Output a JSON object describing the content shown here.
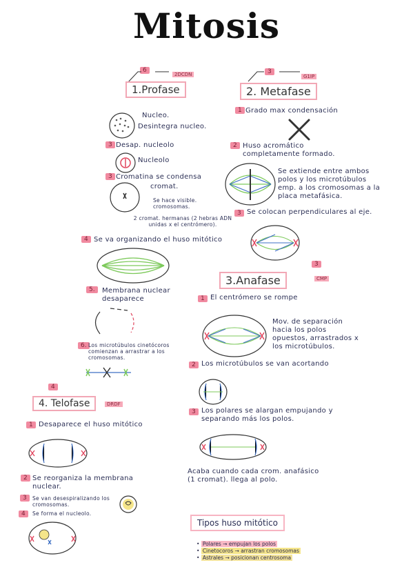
{
  "title": "Mitosis",
  "phases": {
    "profase": {
      "heading": "1.Profase",
      "number": "6",
      "tag": "2DCDN",
      "nucleo": "Nucleo.",
      "desintegra": "Desintegra nucleo.",
      "s3_num": "3",
      "s3": "Desap. nucleolo",
      "nucleolo": "Nucleolo",
      "s3b_num": "3",
      "s3b": "Cromatina se condensa",
      "cromat": "cromat.",
      "visible": "Se hace visible.",
      "cromosomas": "cromosomas.",
      "detalle": "2 cromat. hermanas (2 hebras ADN unidas x el centrómero).",
      "s4_num": "4",
      "s4": "Se va organizando el huso mitótico",
      "s5_num": "5.",
      "s5": "Membrana nuclear desaparece",
      "s6_num": "6.",
      "s6": "Los microtúbulos cinetócoros comienzan a arrastrar a los cromosomas."
    },
    "metafase": {
      "heading": "2. Metafase",
      "number": "3",
      "tag": "G1IP",
      "s1_num": "1",
      "s1": "Grado max condensación",
      "s2_num": "2",
      "s2": "Huso acromático completamente formado.",
      "extiende": "Se extiende entre ambos polos y los microtúbulos emp. a los cromosomas a la placa metafásica.",
      "s3_num": "3",
      "s3": "Se colocan perpendiculares al eje."
    },
    "anafase": {
      "heading": "3.Anafase",
      "number": "3",
      "tag": "CMP",
      "s1_num": "1",
      "s1": "El centrómero se rompe",
      "mov": "Mov. de separación hacia los polos opuestos, arrastrados x los microtúbulos.",
      "s2_num": "2",
      "s2": "Los microtúbulos se van acortando",
      "s3_num": "3",
      "s3": "Los polares se alargan empujando y separando más los polos.",
      "acaba": "Acaba cuando cada crom. anafásico (1 cromat). llega al polo."
    },
    "telofase": {
      "heading": "4. Telofase",
      "number": "4",
      "tag": "DRDF",
      "s1_num": "1",
      "s1": "Desaparece el huso mitótico",
      "s2_num": "2",
      "s2": "Se reorganiza la membrana nuclear.",
      "s3_num": "3",
      "s3": "Se van desespiralizando los cromosomas.",
      "s4_num": "4",
      "s4": "Se forma el nucleolo."
    }
  },
  "tipos": {
    "heading": "Tipos huso mitótico",
    "items": [
      "Polares → empujan los polos",
      "Cinetocoros → arrastran cromosomas",
      "Astrales → posicionan centrosoma"
    ]
  },
  "colors": {
    "pink": "#f18aa0",
    "yellow": "#f5e58a",
    "green": "#7cc95a",
    "blue": "#3d6fc4",
    "red": "#e0455d"
  }
}
